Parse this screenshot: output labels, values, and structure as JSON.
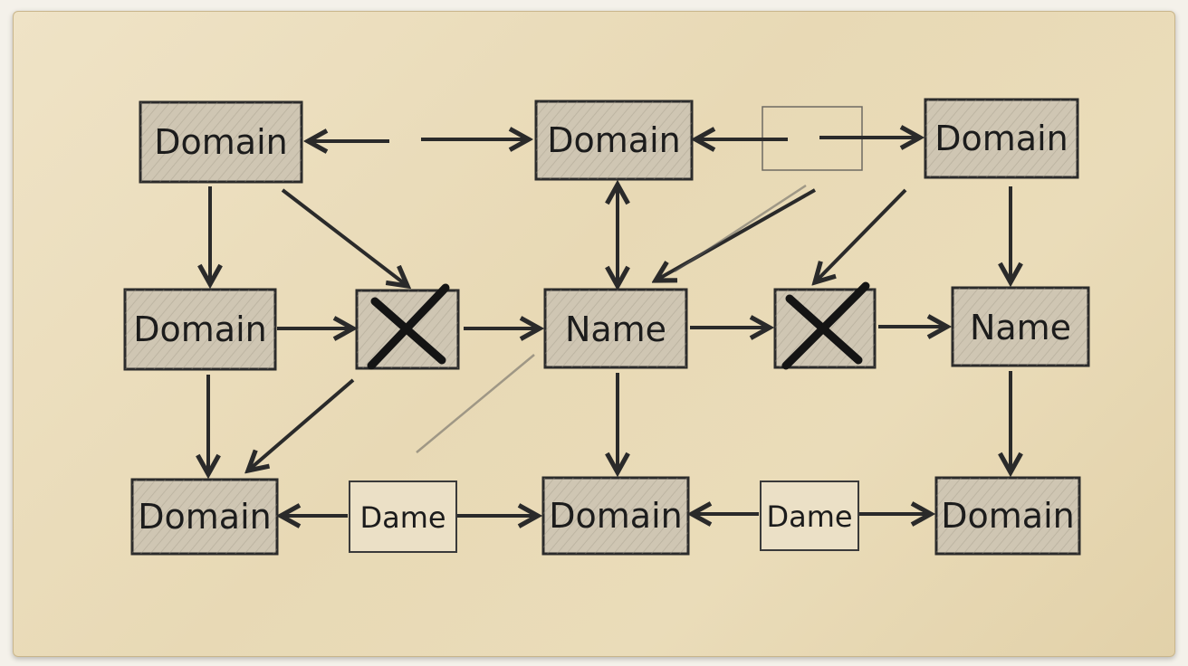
{
  "diagram": {
    "nodes": [
      {
        "id": "n1",
        "label": "Domain",
        "kind": "domain"
      },
      {
        "id": "n2",
        "label": "Domain",
        "kind": "domain"
      },
      {
        "id": "n3",
        "label": "Domain",
        "kind": "domain"
      },
      {
        "id": "n4",
        "label": "Domain",
        "kind": "domain"
      },
      {
        "id": "n5",
        "label": "",
        "kind": "x"
      },
      {
        "id": "n6",
        "label": "Name",
        "kind": "name"
      },
      {
        "id": "n7",
        "label": "",
        "kind": "x"
      },
      {
        "id": "n8",
        "label": "Name",
        "kind": "name"
      },
      {
        "id": "n9",
        "label": "Domain",
        "kind": "domain"
      },
      {
        "id": "n10",
        "label": "Dame",
        "kind": "dame"
      },
      {
        "id": "n11",
        "label": "Domain",
        "kind": "domain"
      },
      {
        "id": "n12",
        "label": "Dame",
        "kind": "dame"
      },
      {
        "id": "n13",
        "label": "Domain",
        "kind": "domain"
      }
    ],
    "edges": [
      {
        "from": "n2",
        "to": "n1"
      },
      {
        "from": "n1",
        "to": "n2"
      },
      {
        "from": "n3",
        "to": "n2"
      },
      {
        "from": "n2",
        "to": "n3"
      },
      {
        "from": "n1",
        "to": "n4"
      },
      {
        "from": "n1",
        "to": "n5"
      },
      {
        "from": "n2",
        "to": "n6"
      },
      {
        "from": "n6",
        "to": "n2"
      },
      {
        "from": "n3",
        "to": "n6"
      },
      {
        "from": "n3",
        "to": "n7"
      },
      {
        "from": "n3",
        "to": "n8"
      },
      {
        "from": "n4",
        "to": "n5"
      },
      {
        "from": "n5",
        "to": "n6"
      },
      {
        "from": "n6",
        "to": "n7"
      },
      {
        "from": "n7",
        "to": "n8"
      },
      {
        "from": "n4",
        "to": "n9"
      },
      {
        "from": "n5",
        "to": "n9"
      },
      {
        "from": "n6",
        "to": "n11"
      },
      {
        "from": "n8",
        "to": "n13"
      },
      {
        "from": "n10",
        "to": "n9"
      },
      {
        "from": "n10",
        "to": "n11"
      },
      {
        "from": "n12",
        "to": "n11"
      },
      {
        "from": "n12",
        "to": "n13"
      }
    ]
  }
}
